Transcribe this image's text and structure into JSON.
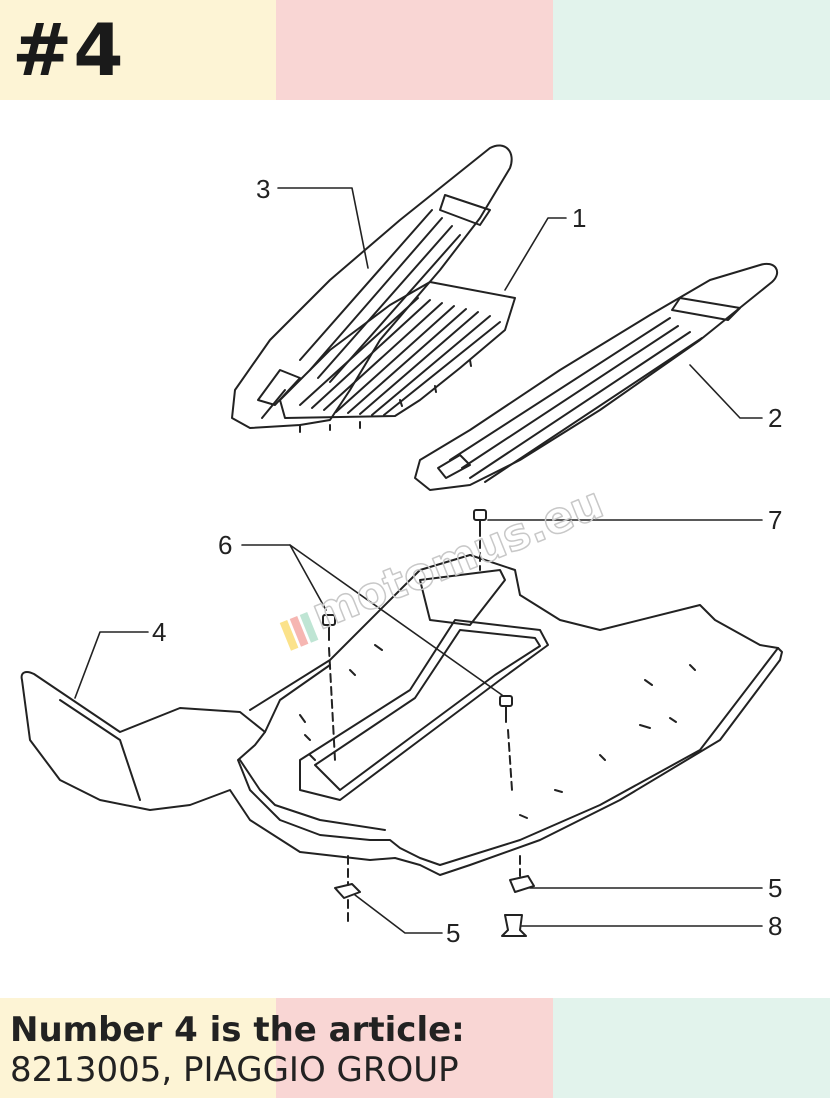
{
  "header": {
    "number": "#4"
  },
  "caption": {
    "line1": "Number 4 is the article:",
    "line2": "8213005, PIAGGIO GROUP"
  },
  "watermark": {
    "text": "motomus.eu"
  },
  "callouts": [
    {
      "id": "callout-1",
      "text": "1"
    },
    {
      "id": "callout-2",
      "text": "2"
    },
    {
      "id": "callout-3",
      "text": "3"
    },
    {
      "id": "callout-4",
      "text": "4"
    },
    {
      "id": "callout-5a",
      "text": "5"
    },
    {
      "id": "callout-5b",
      "text": "5"
    },
    {
      "id": "callout-6",
      "text": "6"
    },
    {
      "id": "callout-7",
      "text": "7"
    },
    {
      "id": "callout-8",
      "text": "8"
    }
  ],
  "colors": {
    "band_yellow": "#fdf4d5",
    "band_pink": "#f9d6d4",
    "band_green": "#e2f3ec",
    "line": "#222222"
  }
}
